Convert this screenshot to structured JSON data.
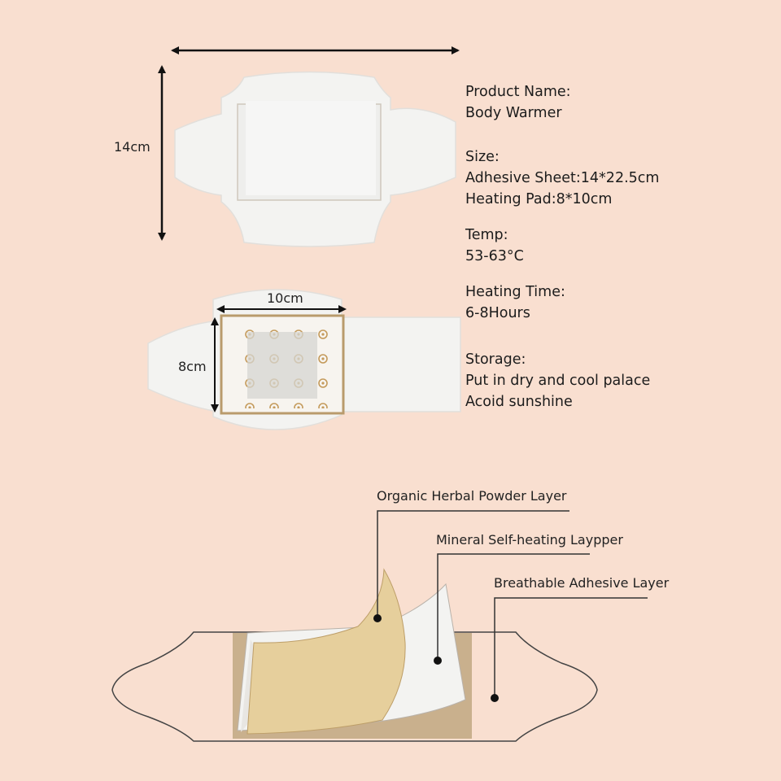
{
  "dimensions": {
    "height_label": "14cm",
    "pad_width_label": "10cm",
    "pad_height_label": "8cm"
  },
  "specs": [
    {
      "heading": "Product Name:",
      "lines": [
        "Body Warmer"
      ]
    },
    {
      "heading": "Size:",
      "lines": [
        "Adhesive Sheet:14*22.5cm",
        "Heating Pad:8*10cm"
      ]
    },
    {
      "heading": "Temp:",
      "lines": [
        "53-63°C"
      ]
    },
    {
      "heading": "Heating Time:",
      "lines": [
        "6-8Hours"
      ]
    },
    {
      "heading": "Storage:",
      "lines": [
        "Put in dry and cool palace",
        "Acoid sunshine"
      ]
    }
  ],
  "layers": {
    "herbal": "Organic Herbal Powder Layer",
    "mineral": "Mineral Self-heating Laypper",
    "adhesive": "Breathable Adhesive Layer"
  },
  "colors": {
    "background": "#f9dfd0",
    "sheet": "#f3f3f1",
    "herbal_layer": "#e6cf9c",
    "adhesive_layer": "#c9b08d",
    "pad_pattern": "#c49a5b"
  }
}
